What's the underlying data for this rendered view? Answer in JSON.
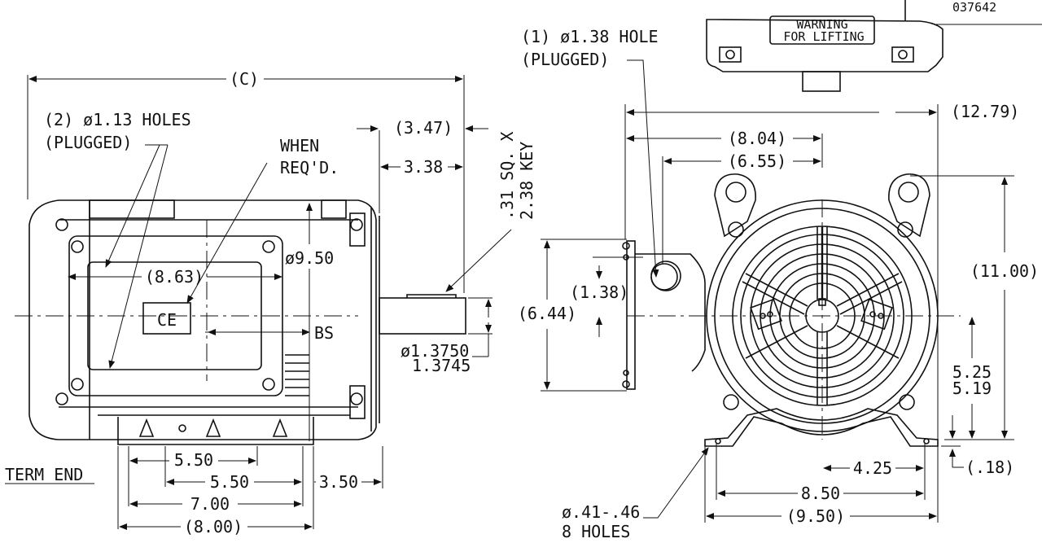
{
  "top_right": {
    "part_no": "037642"
  },
  "lifting": {
    "line1": "WARNING",
    "line2": "FOR LIFTING"
  },
  "side_view": {
    "dim_c": "(C)",
    "holes_1": "(2) ø1.13 HOLES",
    "holes_2": "(PLUGGED)",
    "when_1": "WHEN",
    "when_2": "REQ'D.",
    "dim_347": "(3.47)",
    "dim_338": "3.38",
    "key_1": ".31 SQ. X",
    "key_2": "2.38 KEY",
    "dim_950": "ø9.50",
    "dim_863": "(8.63)",
    "ce": "CE",
    "bs": "BS",
    "shaft_1": "ø1.3750",
    "shaft_2": "1.3745",
    "dim_550a": "5.50",
    "dim_550b": "5.50",
    "dim_350": "3.50",
    "dim_700": "7.00",
    "dim_800": "(8.00)",
    "term_end": "TERM END"
  },
  "front_view": {
    "hole_1": "(1) ø1.38 HOLE",
    "hole_2": "(PLUGGED)",
    "dim_1279": "(12.79)",
    "dim_804": "(8.04)",
    "dim_655": "(6.55)",
    "dim_1100": "(11.00)",
    "dim_138": "(1.38)",
    "dim_644": "(6.44)",
    "dim_525": "5.25",
    "dim_519": "5.19",
    "dim_425": "4.25",
    "dim_018": "(.18)",
    "dim_850": "8.50",
    "dim_950p": "(9.50)",
    "holes_1": "ø.41-.46",
    "holes_2": "8 HOLES"
  }
}
